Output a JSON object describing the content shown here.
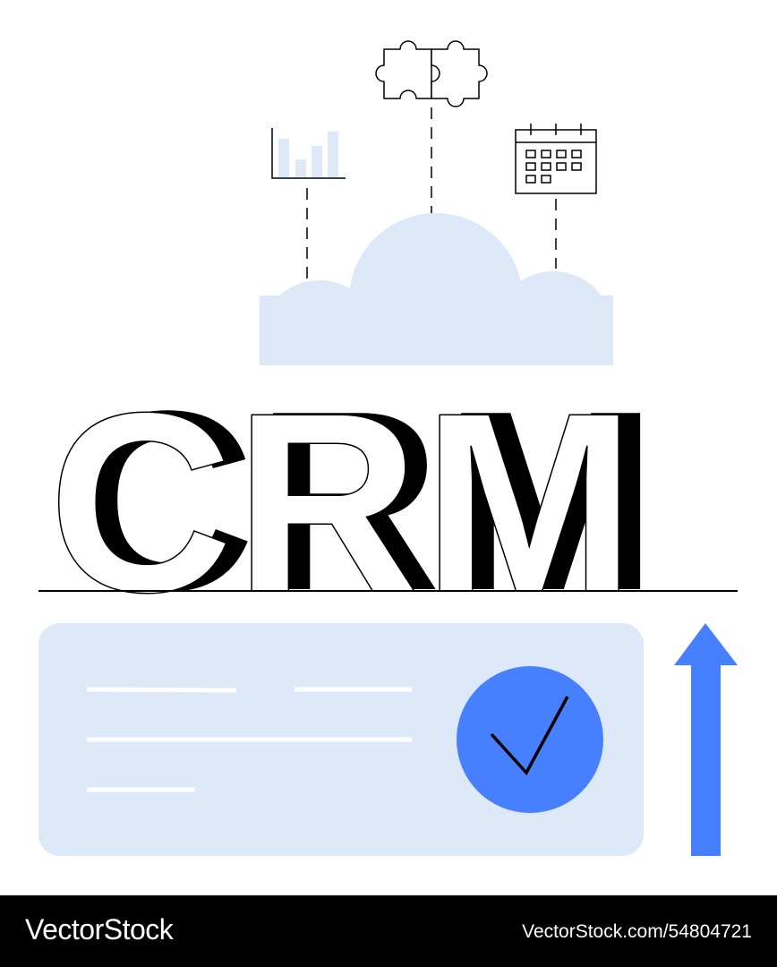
{
  "illustration": {
    "headline": "CRM",
    "letters": [
      "C",
      "R",
      "M"
    ],
    "icons": [
      "bar-chart-icon",
      "puzzle-icon",
      "calendar-icon",
      "cloud-icon",
      "check-icon",
      "arrow-up-icon"
    ],
    "colors": {
      "light_blue": "#dde8f9",
      "accent_blue": "#4680ff",
      "outline": "#000000",
      "background": "#ffffff"
    }
  },
  "footer": {
    "brand": "VectorStock",
    "image_id": "VectorStock.com/54804721"
  }
}
